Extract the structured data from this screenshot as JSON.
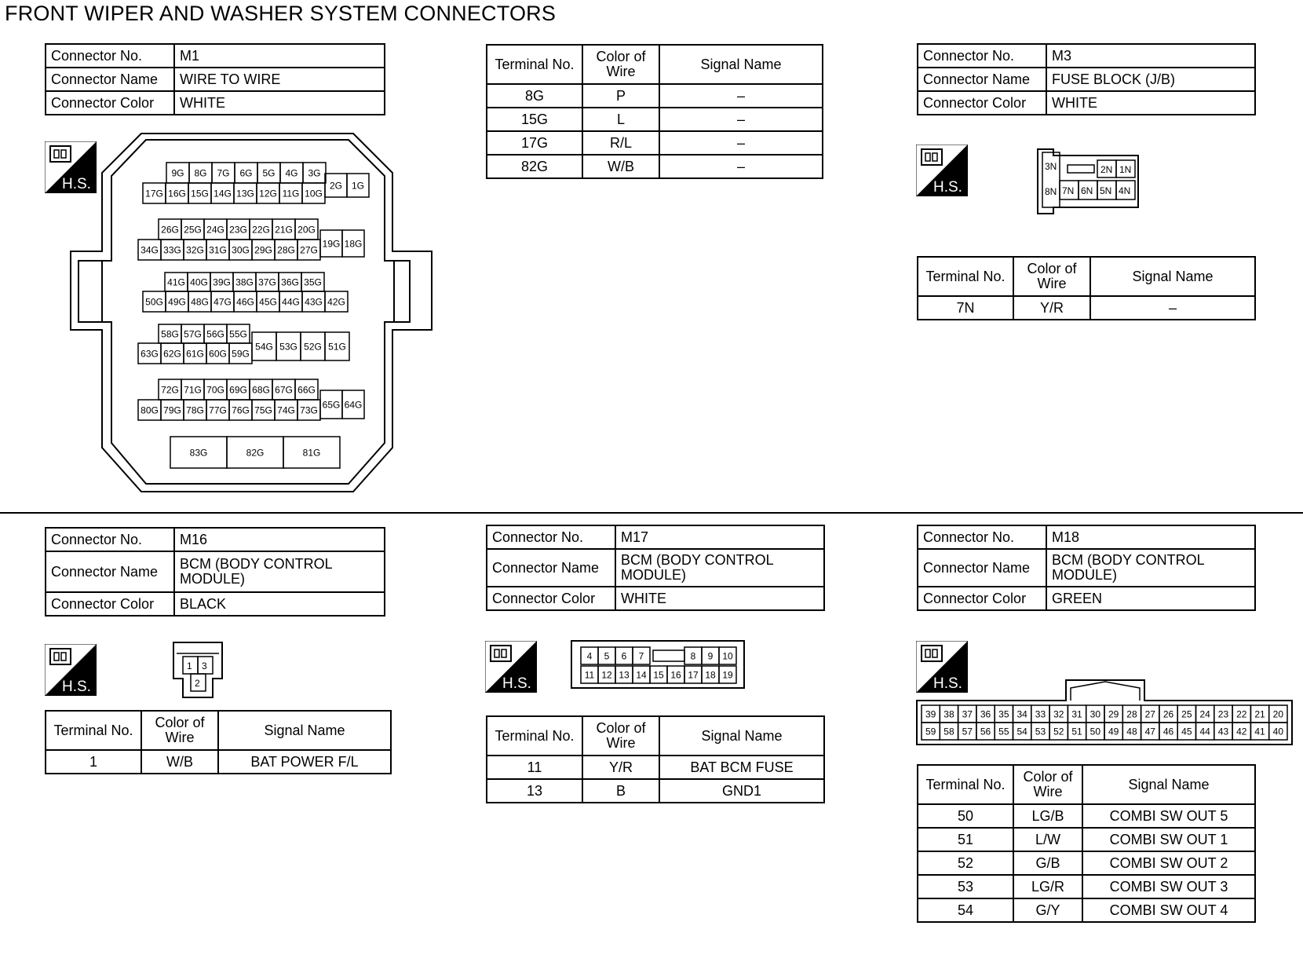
{
  "title": "FRONT WIPER AND WASHER SYSTEM CONNECTORS",
  "labels": {
    "connector_no": "Connector No.",
    "connector_name": "Connector Name",
    "connector_color": "Connector Color",
    "terminal_no": "Terminal No.",
    "color_of": "Color of",
    "wire": "Wire",
    "signal_name": "Signal Name",
    "hs": "H.S."
  },
  "m1": {
    "no": "M1",
    "name": "WIRE TO WIRE",
    "color": "WHITE",
    "rows": [
      {
        "t": "8G",
        "c": "P",
        "s": "–"
      },
      {
        "t": "15G",
        "c": "L",
        "s": "–"
      },
      {
        "t": "17G",
        "c": "R/L",
        "s": "–"
      },
      {
        "t": "82G",
        "c": "W/B",
        "s": "–"
      }
    ],
    "pins": {
      "r1a": [
        "9G",
        "8G",
        "7G",
        "6G",
        "5G",
        "4G",
        "3G"
      ],
      "r1b": [
        "17G",
        "16G",
        "15G",
        "14G",
        "13G",
        "12G",
        "11G",
        "10G"
      ],
      "r1c": [
        "2G",
        "1G"
      ],
      "r2a": [
        "26G",
        "25G",
        "24G",
        "23G",
        "22G",
        "21G",
        "20G"
      ],
      "r2b": [
        "34G",
        "33G",
        "32G",
        "31G",
        "30G",
        "29G",
        "28G",
        "27G"
      ],
      "r2c": [
        "19G",
        "18G"
      ],
      "r3a": [
        "41G",
        "40G",
        "39G",
        "38G",
        "37G",
        "36G",
        "35G"
      ],
      "r3b": [
        "50G",
        "49G",
        "48G",
        "47G",
        "46G",
        "45G",
        "44G",
        "43G",
        "42G"
      ],
      "r4a": [
        "58G",
        "57G",
        "56G",
        "55G"
      ],
      "r4b": [
        "63G",
        "62G",
        "61G",
        "60G",
        "59G"
      ],
      "r4c": [
        "54G",
        "53G",
        "52G",
        "51G"
      ],
      "r5a": [
        "72G",
        "71G",
        "70G",
        "69G",
        "68G",
        "67G",
        "66G"
      ],
      "r5b": [
        "80G",
        "79G",
        "78G",
        "77G",
        "76G",
        "75G",
        "74G",
        "73G"
      ],
      "r5c": [
        "65G",
        "64G"
      ],
      "r6": [
        "83G",
        "82G",
        "81G"
      ]
    }
  },
  "m3": {
    "no": "M3",
    "name": "FUSE BLOCK (J/B)",
    "color": "WHITE",
    "rows": [
      {
        "t": "7N",
        "c": "Y/R",
        "s": "–"
      }
    ],
    "pins": {
      "top": [
        "2N",
        "1N"
      ],
      "bottom": [
        "7N",
        "6N",
        "5N",
        "4N"
      ],
      "left_top": "3N",
      "left_bottom": "8N"
    }
  },
  "m16": {
    "no": "M16",
    "name1": "BCM (BODY CONTROL",
    "name2": "MODULE)",
    "color": "BLACK",
    "rows": [
      {
        "t": "1",
        "c": "W/B",
        "s": "BAT POWER F/L"
      }
    ],
    "pins": {
      "top": [
        "1",
        "3"
      ],
      "bottom": [
        "2"
      ]
    }
  },
  "m17": {
    "no": "M17",
    "name1": "BCM (BODY CONTROL",
    "name2": "MODULE)",
    "color": "WHITE",
    "rows": [
      {
        "t": "11",
        "c": "Y/R",
        "s": "BAT BCM FUSE"
      },
      {
        "t": "13",
        "c": "B",
        "s": "GND1"
      }
    ],
    "pins": {
      "top_left": [
        "4",
        "5",
        "6",
        "7"
      ],
      "top_right": [
        "8",
        "9",
        "10"
      ],
      "bottom": [
        "11",
        "12",
        "13",
        "14",
        "15",
        "16",
        "17",
        "18",
        "19"
      ]
    }
  },
  "m18": {
    "no": "M18",
    "name1": "BCM (BODY CONTROL",
    "name2": "MODULE)",
    "color": "GREEN",
    "rows": [
      {
        "t": "50",
        "c": "LG/B",
        "s": "COMBI SW OUT 5"
      },
      {
        "t": "51",
        "c": "L/W",
        "s": "COMBI SW OUT 1"
      },
      {
        "t": "52",
        "c": "G/B",
        "s": "COMBI SW OUT 2"
      },
      {
        "t": "53",
        "c": "LG/R",
        "s": "COMBI SW OUT 3"
      },
      {
        "t": "54",
        "c": "G/Y",
        "s": "COMBI SW OUT 4"
      }
    ],
    "pins": {
      "top": [
        "39",
        "38",
        "37",
        "36",
        "35",
        "34",
        "33",
        "32",
        "31",
        "30",
        "29",
        "28",
        "27",
        "26",
        "25",
        "24",
        "23",
        "22",
        "21",
        "20"
      ],
      "bottom": [
        "59",
        "58",
        "57",
        "56",
        "55",
        "54",
        "53",
        "52",
        "51",
        "50",
        "49",
        "48",
        "47",
        "46",
        "45",
        "44",
        "43",
        "42",
        "41",
        "40"
      ]
    }
  }
}
